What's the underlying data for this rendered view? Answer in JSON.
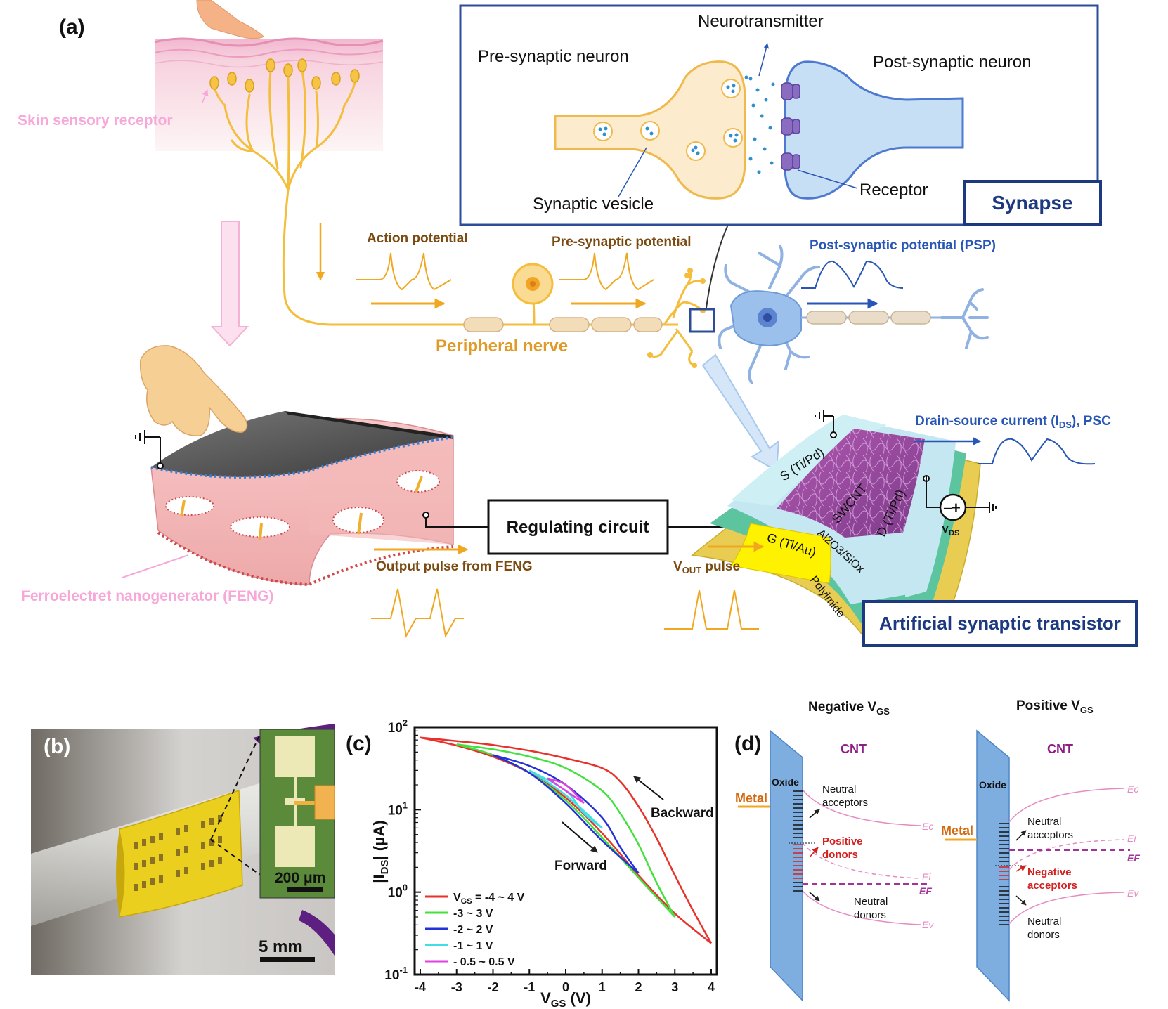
{
  "figure": {
    "panel_a": {
      "tag": "(a)",
      "skin_label": "Skin sensory receptor",
      "feng_label": "Ferroelectret nanogenerator (FENG)",
      "action_potential": "Action potential",
      "pre_syn_potential": "Pre-synaptic potential",
      "psp": "Post-synaptic potential (PSP)",
      "peripheral_nerve": "Peripheral  nerve",
      "synapse_box": {
        "neurotransmitter": "Neurotransmitter",
        "pre_neuron": "Pre-synaptic neuron",
        "post_neuron": "Post-synaptic neuron",
        "vesicle": "Synaptic vesicle",
        "receptor": "Receptor",
        "title": "Synapse"
      },
      "regulating_circuit": "Regulating circuit",
      "output_pulse": "Output pulse from FENG",
      "vout_pulse_main": "V",
      "vout_pulse_sub": "OUT",
      "vout_pulse_rest": " pulse",
      "drain_current_main": "Drain-source current (I",
      "drain_current_sub": "DS",
      "drain_current_rest": "), PSC",
      "vds_main": "V",
      "vds_sub": "DS",
      "transistor": {
        "source": "S (Ti/Pd)",
        "drain": "D (Ti/Pd)",
        "channel": "SWCNT",
        "gate": "G (Ti/Au)",
        "dielectric": "Al2O3/SiOx",
        "substrate": "Polyimide",
        "title": "Artificial synaptic transistor"
      }
    },
    "panel_b": {
      "tag": "(b)",
      "inset_scale": "200 μm",
      "scale": "5 mm"
    },
    "panel_c": {
      "tag": "(c)",
      "backward": "Backward",
      "forward": "Forward"
    },
    "panel_d": {
      "tag": "(d)",
      "negative_title_main": "Negative V",
      "negative_title_sub": "GS",
      "positive_title_main": "Positive V",
      "positive_title_sub": "GS",
      "cnt": "CNT",
      "oxide": "Oxide",
      "metal": "Metal",
      "neutral_acceptors": [
        "Neutral",
        "acceptors"
      ],
      "positive_donors": [
        "Positive",
        "donors"
      ],
      "neutral_donors": [
        "Neutral",
        "donors"
      ],
      "negative_acceptors": [
        "Negative",
        "acceptors"
      ],
      "ec": "Ec",
      "ei": "Ei",
      "ef": "EF",
      "ev": "Ev"
    }
  },
  "chart_data": {
    "type": "line",
    "xlabel": "VGS (V)",
    "ylabel": "|IDS| (μA)",
    "xlim": [
      -4,
      4
    ],
    "ylim": [
      0.1,
      100
    ],
    "yscale": "log",
    "x_ticks": [
      "-4",
      "-3",
      "-2",
      "-1",
      "0",
      "1",
      "2",
      "3",
      "4"
    ],
    "y_ticks": [
      "10-1",
      "100",
      "101",
      "102"
    ],
    "legend_placement": "bottom-left",
    "series": [
      {
        "name": "VGS = -4 ~ 4 V",
        "color": "#e8312a",
        "forward": [
          [
            -4,
            75
          ],
          [
            -3,
            60
          ],
          [
            -2,
            44
          ],
          [
            -1,
            28
          ],
          [
            0,
            14
          ],
          [
            1,
            5.2
          ],
          [
            2,
            1.6
          ],
          [
            3,
            0.55
          ],
          [
            4,
            0.24
          ]
        ],
        "backward": [
          [
            4,
            0.24
          ],
          [
            3.5,
            0.6
          ],
          [
            3,
            1.6
          ],
          [
            2.5,
            4.5
          ],
          [
            2,
            11
          ],
          [
            1.5,
            22
          ],
          [
            1,
            32
          ],
          [
            0,
            42
          ],
          [
            -1,
            52
          ],
          [
            -2,
            61
          ],
          [
            -3,
            68
          ],
          [
            -4,
            75
          ]
        ]
      },
      {
        "name": "-3 ~ 3 V",
        "color": "#44e040",
        "forward": [
          [
            -3,
            62
          ],
          [
            -2,
            46
          ],
          [
            -1,
            28
          ],
          [
            0,
            13
          ],
          [
            1,
            4.6
          ],
          [
            2,
            1.5
          ],
          [
            3,
            0.5
          ]
        ],
        "backward": [
          [
            3,
            0.5
          ],
          [
            2.5,
            1.3
          ],
          [
            2,
            3.8
          ],
          [
            1.5,
            9
          ],
          [
            1,
            17
          ],
          [
            0,
            32
          ],
          [
            -1,
            44
          ],
          [
            -2,
            54
          ],
          [
            -3,
            62
          ]
        ]
      },
      {
        "name": "-2 ~ 2 V",
        "color": "#2430d8",
        "forward": [
          [
            -2,
            46
          ],
          [
            -1,
            28
          ],
          [
            0,
            12
          ],
          [
            1,
            4.2
          ],
          [
            2,
            1.7
          ]
        ],
        "backward": [
          [
            2,
            1.7
          ],
          [
            1.5,
            3.5
          ],
          [
            1,
            8
          ],
          [
            0,
            20
          ],
          [
            -1,
            34
          ],
          [
            -2,
            46
          ]
        ]
      },
      {
        "name": "-1 ~ 1 V",
        "color": "#3ee0e6",
        "forward": [
          [
            -1,
            30
          ],
          [
            0,
            15
          ],
          [
            1,
            6
          ]
        ],
        "backward": [
          [
            1,
            6
          ],
          [
            0.5,
            9
          ],
          [
            0,
            17
          ],
          [
            -1,
            30
          ]
        ]
      },
      {
        "name": "- 0.5 ~ 0.5 V",
        "color": "#e040e0",
        "forward": [
          [
            -0.5,
            24
          ],
          [
            0,
            17
          ],
          [
            0.5,
            12
          ]
        ],
        "backward": [
          [
            0.5,
            12
          ],
          [
            0,
            20
          ],
          [
            -0.5,
            24
          ]
        ]
      }
    ]
  }
}
